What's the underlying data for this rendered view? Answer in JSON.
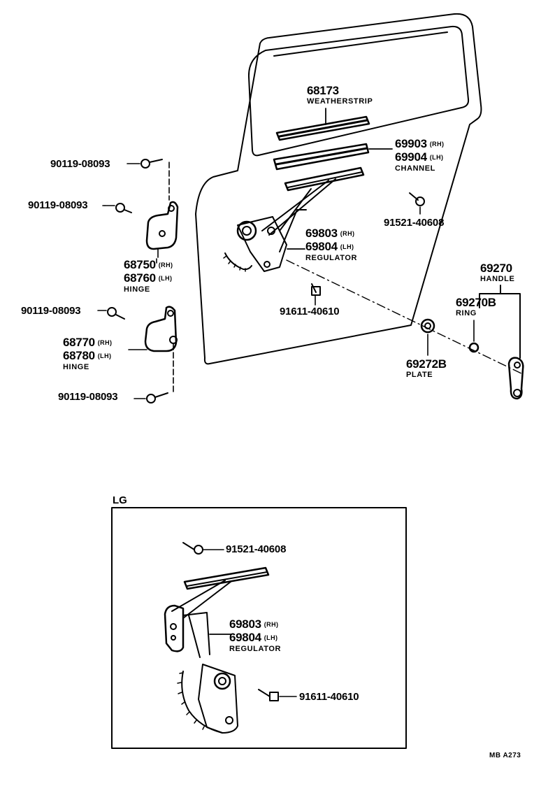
{
  "labels": {
    "weatherstrip": {
      "part": "68173",
      "desc": "WEATHERSTRIP"
    },
    "channel": {
      "part_rh": "69903",
      "sfx_rh": "(RH)",
      "part_lh": "69904",
      "sfx_lh": "(LH)",
      "desc": "CHANNEL"
    },
    "bolt_a1": "90119-08093",
    "bolt_a2": "90119-08093",
    "bolt_a3": "90119-08093",
    "bolt_a4": "90119-08093",
    "upper_hinge": {
      "part_rh": "68750",
      "sfx_rh": "(RH)",
      "part_lh": "68760",
      "sfx_lh": "(LH)",
      "desc": "HINGE"
    },
    "lower_hinge": {
      "part_rh": "68770",
      "sfx_rh": "(RH)",
      "part_lh": "68780",
      "sfx_lh": "(LH)",
      "desc": "HINGE"
    },
    "bolt_top": "91521-40608",
    "regulator": {
      "part_rh": "69803",
      "sfx_rh": "(RH)",
      "part_lh": "69804",
      "sfx_lh": "(LH)",
      "desc": "REGULATOR"
    },
    "bolt_mid": "91611-40610",
    "handle": {
      "part": "69270",
      "desc": "HANDLE"
    },
    "ring": {
      "part": "69270B",
      "desc": "RING"
    },
    "plate": {
      "part": "69272B",
      "desc": "PLATE"
    }
  },
  "lg_inset": {
    "title": "LG",
    "bolt_top": "91521-40608",
    "regulator": {
      "part_rh": "69803",
      "sfx_rh": "(RH)",
      "part_lh": "69804",
      "sfx_lh": "(LH)",
      "desc": "REGULATOR"
    },
    "bolt_bottom": "91611-40610"
  },
  "drawing_code": "MB A273"
}
